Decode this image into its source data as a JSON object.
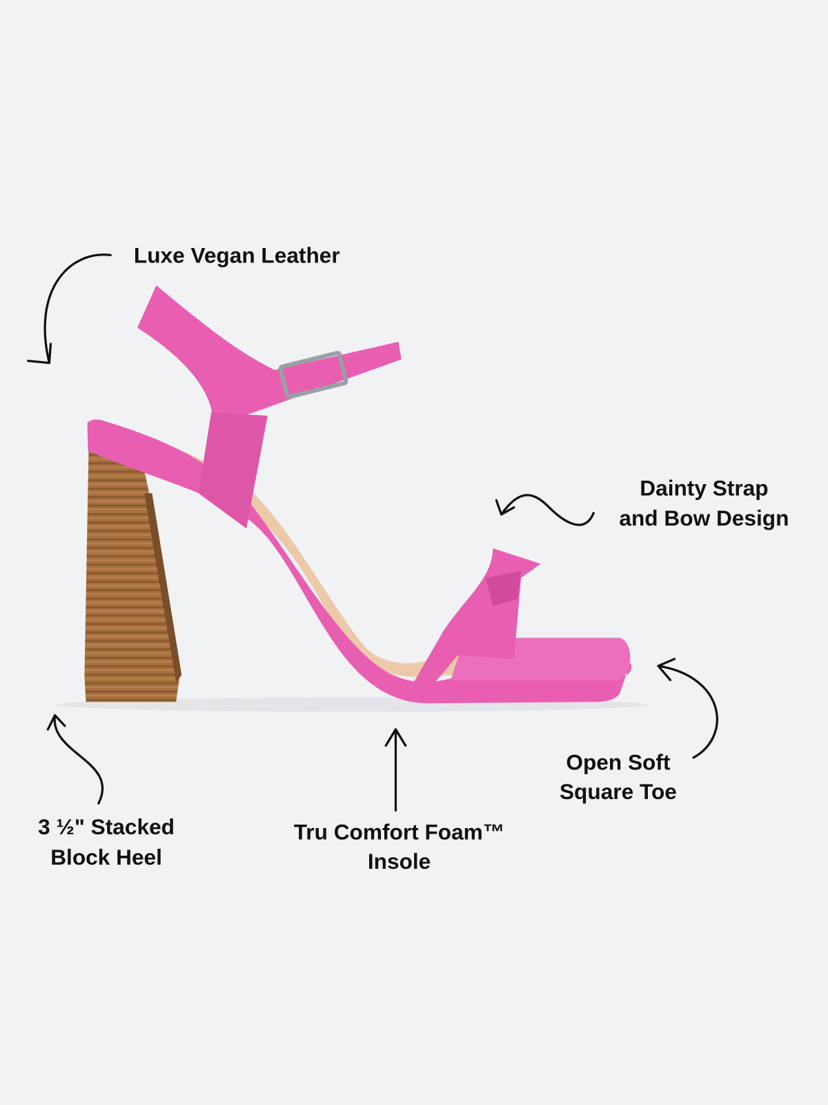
{
  "colors": {
    "background": "#f0f2f4",
    "leather": "#e85fb2",
    "leather_dark": "#d14a9c",
    "heel_wood": "#a8713f",
    "insole": "#ecc9a8",
    "text": "#111111"
  },
  "callouts": {
    "leather": {
      "line1": "Luxe Vegan Leather",
      "icon": "curved-arrow-icon"
    },
    "strap": {
      "line1": "Dainty Strap",
      "line2": "and Bow Design",
      "icon": "squiggle-arrow-icon"
    },
    "toe": {
      "line1": "Open Soft",
      "line2": "Square Toe",
      "icon": "curved-arrow-icon"
    },
    "heel": {
      "line1": "3 ½\" Stacked",
      "line2": "Block Heel",
      "icon": "curved-arrow-icon"
    },
    "insole": {
      "line1": "Tru Comfort Foam™",
      "line2": "Insole",
      "icon": "straight-arrow-icon"
    }
  }
}
